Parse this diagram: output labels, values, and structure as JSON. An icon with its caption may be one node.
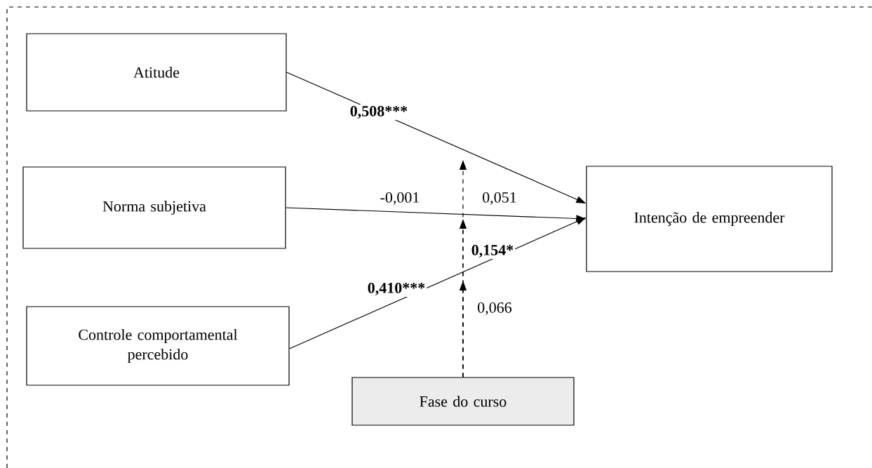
{
  "diagram": {
    "nodes": [
      {
        "text": [
          "Atitude"
        ]
      },
      {
        "text": [
          "Norma subjetiva"
        ]
      },
      {
        "text": [
          "Controle comportamental percebido"
        ]
      },
      {
        "text": [
          "Intenção de empreender"
        ]
      },
      {
        "text": [
          "Fase do curso"
        ]
      }
    ],
    "edges": [
      {
        "from": 0,
        "to": 3,
        "arrow": "to",
        "label": "0,508***"
      },
      {
        "from": 1,
        "to": 3,
        "arrow": "to",
        "label": "-0,001"
      },
      {
        "from": 2,
        "to": 3,
        "arrow": "to",
        "label": "0,410***"
      },
      {
        "from": 4,
        "to": null,
        "arrow": "to",
        "style": "dashed",
        "label": "0,051"
      },
      {
        "from": 4,
        "to": null,
        "arrow": "to",
        "style": "dashed",
        "label": "0,154*"
      },
      {
        "from": 4,
        "to": null,
        "arrow": "to",
        "style": "dashed",
        "label": "0,066"
      }
    ]
  }
}
